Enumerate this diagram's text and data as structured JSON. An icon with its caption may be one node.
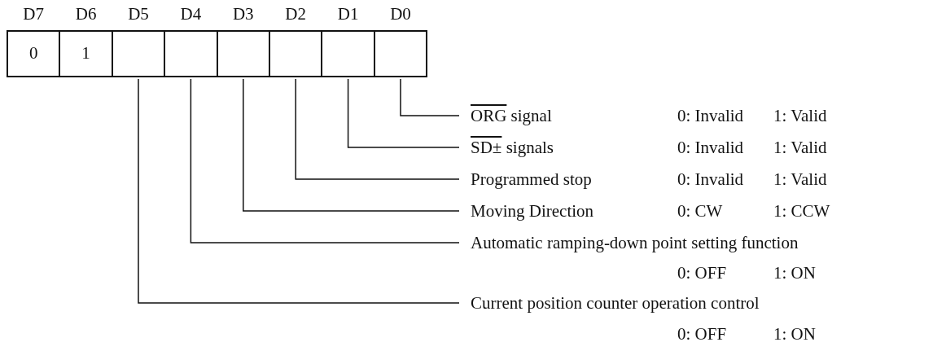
{
  "diagram": {
    "nodes": [
      {
        "text": [
          "D7",
          "0"
        ]
      },
      {
        "text": [
          "D6",
          "1"
        ]
      },
      {
        "text": [
          "D5"
        ]
      },
      {
        "text": [
          "D4"
        ]
      },
      {
        "text": [
          "D3"
        ]
      },
      {
        "text": [
          "D2"
        ]
      },
      {
        "text": [
          "D1"
        ]
      },
      {
        "text": [
          "D0"
        ]
      },
      {
        "text": [
          "ORG signal"
        ]
      },
      {
        "text": [
          "SD± signals"
        ]
      },
      {
        "text": [
          "Programmed stop"
        ]
      },
      {
        "text": [
          "Moving Direction"
        ]
      },
      {
        "text": [
          "Automatic ramping-down point setting function"
        ]
      },
      {
        "text": [
          "Current position counter operation control"
        ]
      }
    ],
    "edges": [
      {
        "from": 7,
        "to": 8,
        "arrow": "none"
      },
      {
        "from": 6,
        "to": 9,
        "arrow": "none"
      },
      {
        "from": 5,
        "to": 10,
        "arrow": "none"
      },
      {
        "from": 4,
        "to": 11,
        "arrow": "none"
      },
      {
        "from": 3,
        "to": 12,
        "arrow": "none"
      },
      {
        "from": 2,
        "to": 13,
        "arrow": "none"
      }
    ],
    "labels": [
      "0: Invalid",
      "1: Valid",
      "0: Invalid",
      "1: Valid",
      "0: Invalid",
      "1: Valid",
      "0: CW",
      "1: CCW",
      "0: OFF",
      "1: ON",
      "0: OFF",
      "1: ON"
    ]
  }
}
